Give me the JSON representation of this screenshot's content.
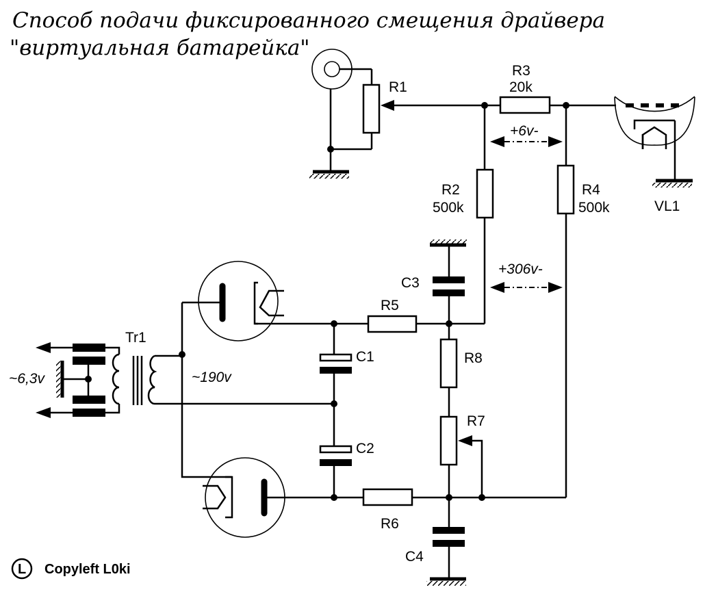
{
  "title": {
    "line1": "Способ подачи фиксированного смещения драйвера",
    "line2": "\"виртуальная батарейка\""
  },
  "components": {
    "R1": {
      "ref": "R1"
    },
    "R2": {
      "ref": "R2",
      "value": "500k"
    },
    "R3": {
      "ref": "R3",
      "value": "20k"
    },
    "R4": {
      "ref": "R4",
      "value": "500k"
    },
    "R5": {
      "ref": "R5"
    },
    "R6": {
      "ref": "R6"
    },
    "R7": {
      "ref": "R7"
    },
    "R8": {
      "ref": "R8"
    },
    "C1": {
      "ref": "C1"
    },
    "C2": {
      "ref": "C2"
    },
    "C3": {
      "ref": "C3"
    },
    "C4": {
      "ref": "C4"
    },
    "Tr1": {
      "ref": "Tr1"
    },
    "VL1": {
      "ref": "VL1"
    }
  },
  "voltages": {
    "across_r3": "+6v-",
    "across_r2_r4": "+306v-",
    "heater": "~6,3v",
    "secondary": "~190v"
  },
  "footer": {
    "copyleft_symbol": "L",
    "copyleft_text": "Copyleft L0ki"
  }
}
